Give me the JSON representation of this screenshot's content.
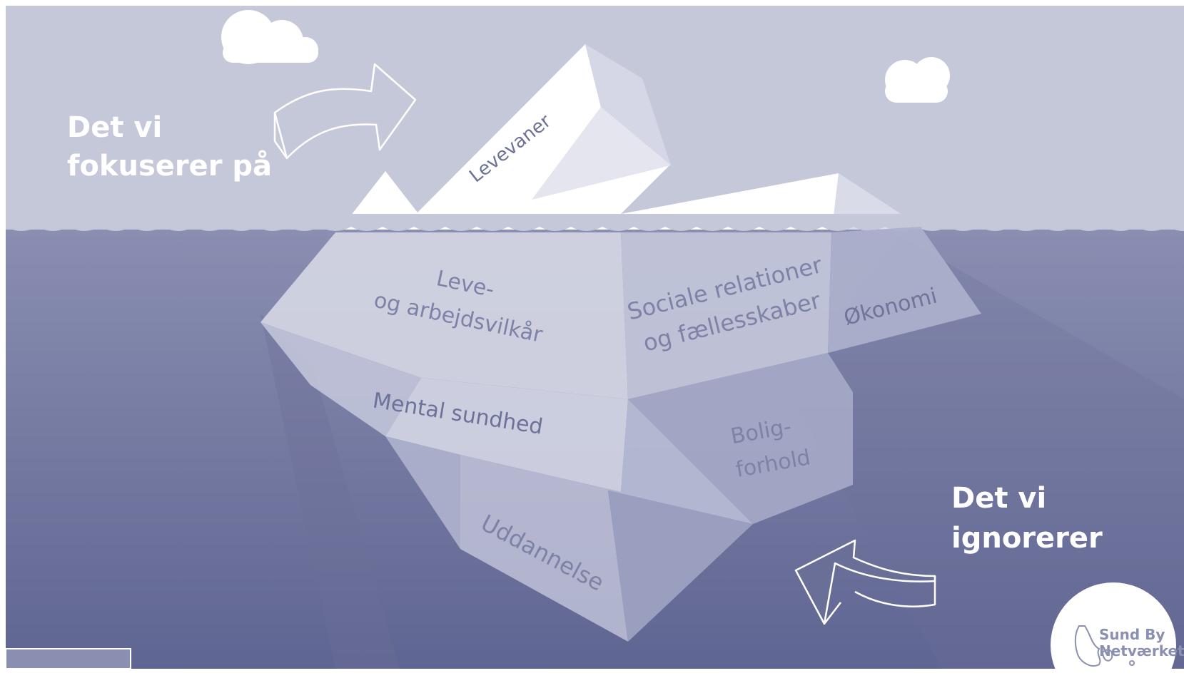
{
  "colors": {
    "sky": "#c5c8d9",
    "water_top": "#8b8fb2",
    "water_bottom": "#5f6592",
    "ice_white": "#ffffff",
    "ice_label": "#6d7298",
    "heading": "#ffffff"
  },
  "headings": {
    "above_line1": "Det vi",
    "above_line2": "fokuserer på",
    "below_line1": "Det vi",
    "below_line2": "ignorerer"
  },
  "iceberg": {
    "tip": "Levevaner",
    "leve_line1": "Leve-",
    "leve_line2": "og arbejdsvilkår",
    "sociale_line1": "Sociale relationer",
    "sociale_line2": "og fællesskaber",
    "okonomi": "Økonomi",
    "mental": "Mental sundhed",
    "bolig_line1": "Bolig-",
    "bolig_line2": "forhold",
    "uddannelse": "Uddannelse"
  },
  "logo": {
    "line1": "Sund By",
    "line2": "Netværket"
  },
  "icons": {
    "arrow_top": "arrow-right-icon",
    "arrow_bottom": "arrow-curved-back-icon",
    "cloud": "cloud-icon",
    "logo_map": "denmark-map-icon"
  }
}
